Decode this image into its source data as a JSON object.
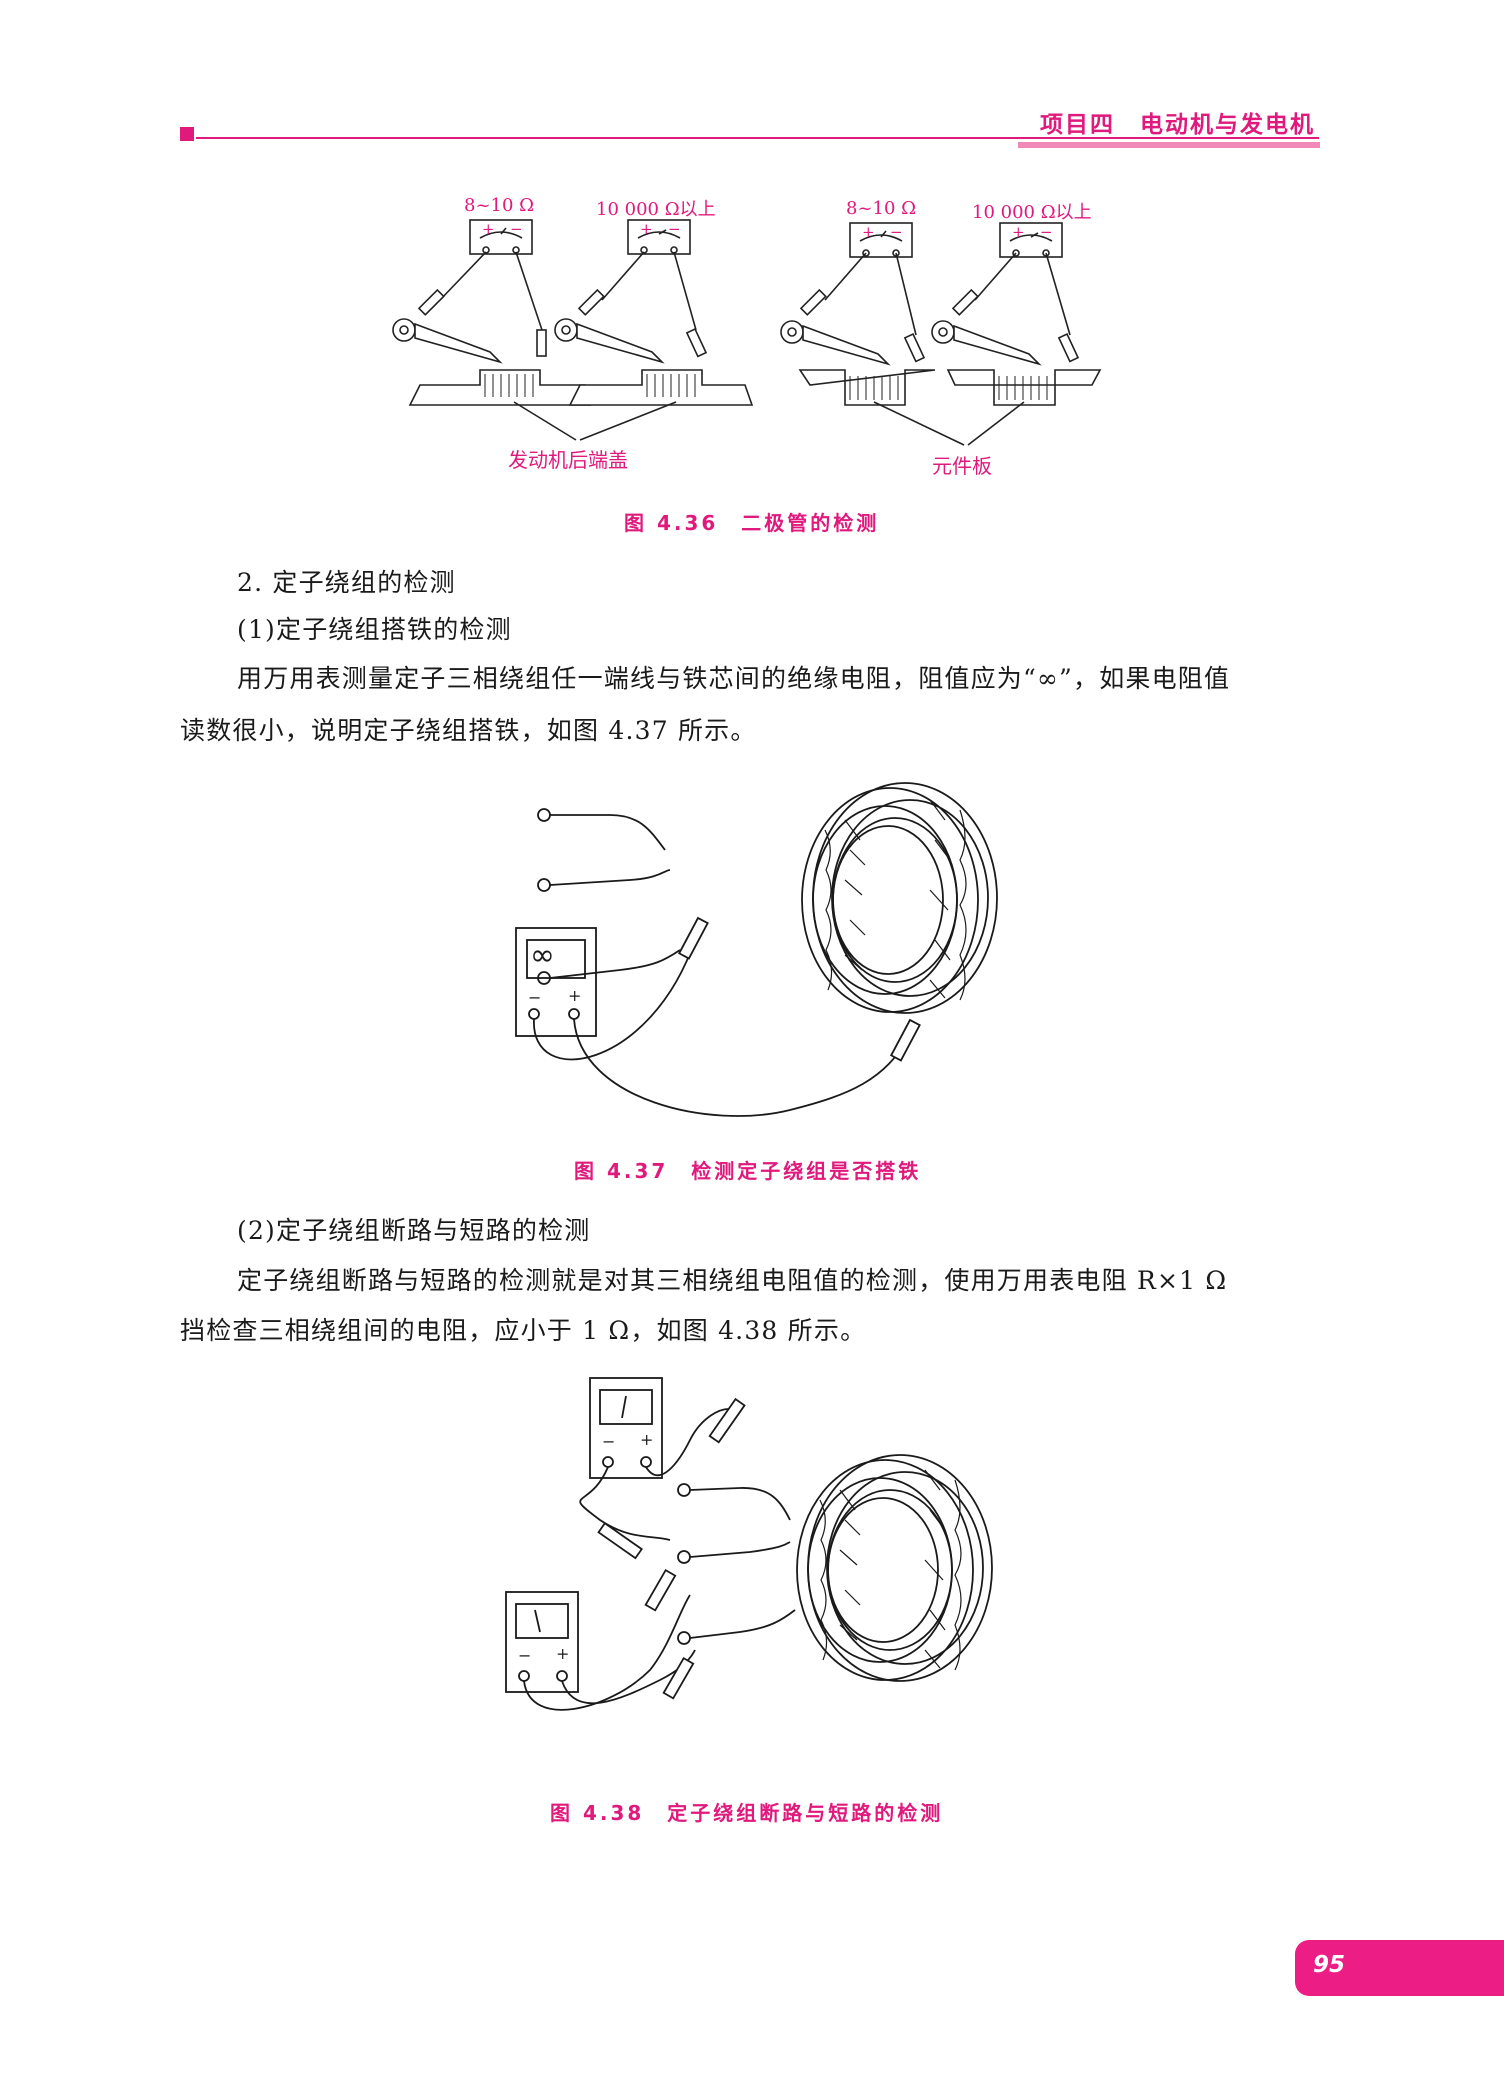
{
  "header": {
    "title": "项目四　电动机与发电机",
    "accent_color": "#e0197d"
  },
  "figure_436": {
    "meter_labels": [
      "8~10 Ω",
      "10 000 Ω以上",
      "8~10 Ω",
      "10 000 Ω以上"
    ],
    "label_left": "发动机后端盖",
    "label_right": "元件板",
    "caption": "图 4.36　二极管的检测"
  },
  "section": {
    "heading": "2. 定子绕组的检测",
    "sub1": "(1)定子绕组搭铁的检测",
    "para1_line1": "用万用表测量定子三相绕组任一端线与铁芯间的绝缘电阻，阻值应为“∞”，如果电阻值",
    "para1_line2": "读数很小，说明定子绕组搭铁，如图 4.37 所示。",
    "sub2": "(2)定子绕组断路与短路的检测",
    "para2_line1": "定子绕组断路与短路的检测就是对其三相绕组电阻值的检测，使用万用表电阻 R×1 Ω",
    "para2_line2": "挡检查三相绕组间的电阻，应小于 1 Ω，如图 4.38 所示。"
  },
  "figure_437": {
    "meter_display": "∞",
    "minus": "−",
    "plus": "+",
    "caption": "图 4.37　检测定子绕组是否搭铁"
  },
  "figure_438": {
    "minus": "−",
    "plus": "+",
    "caption": "图 4.38　定子绕组断路与短路的检测"
  },
  "page": {
    "number": "95"
  }
}
